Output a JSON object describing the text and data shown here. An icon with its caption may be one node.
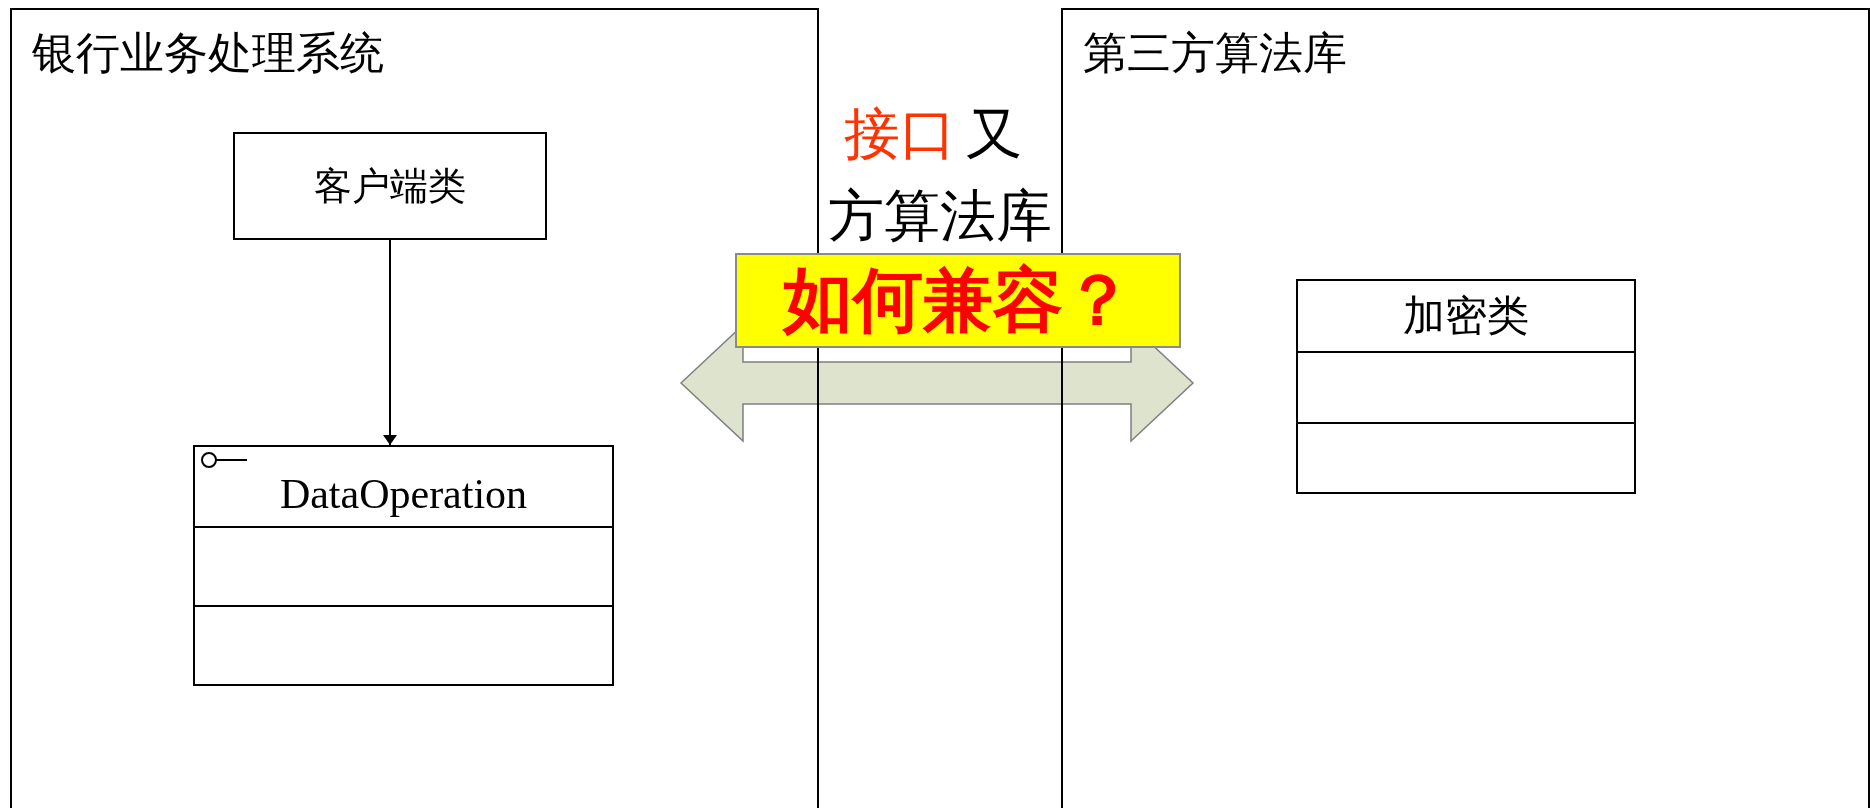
{
  "diagram": {
    "nodes": [
      {
        "text": [
          "银行业务处理系统"
        ]
      },
      {
        "text": [
          "客户端类"
        ],
        "in": 0
      },
      {
        "text": [
          "DataOperation"
        ],
        "in": 0
      },
      {
        "text": [
          "第三方算法库"
        ]
      },
      {
        "text": [
          "加密类"
        ],
        "in": 3
      },
      {
        "text": [
          "如何兼容？"
        ]
      }
    ],
    "edges": [
      {
        "from": 1,
        "to": 2,
        "arrow": "to"
      },
      {
        "from": 0,
        "to": 3,
        "arrow": "both",
        "style": "thick",
        "color": "#dde3cc"
      }
    ],
    "labels": [
      "接口",
      "又",
      "方算法库"
    ]
  }
}
